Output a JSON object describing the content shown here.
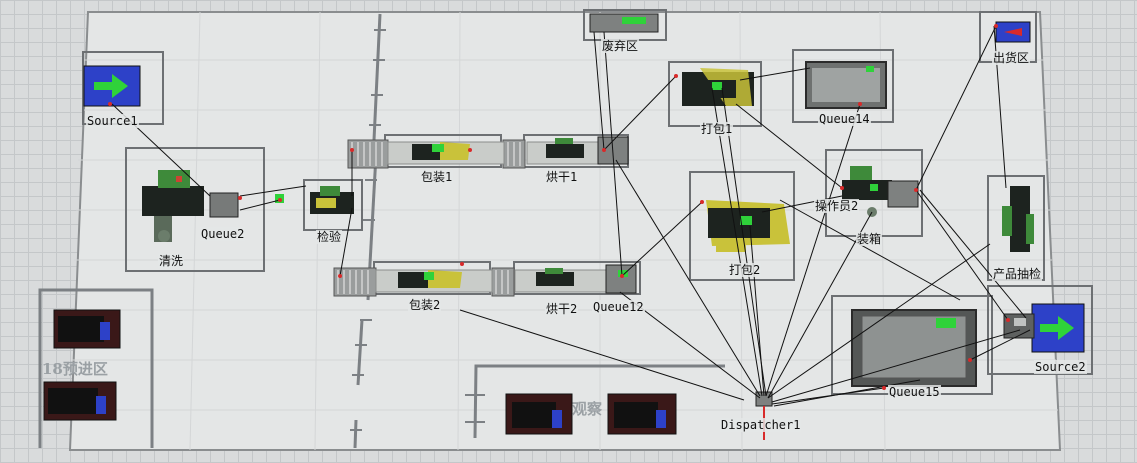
{
  "labels": {
    "source1": "Source1",
    "queue2": "Queue2",
    "qingxi": "清洗",
    "jianyan": "检验",
    "baozhuang1": "包装1",
    "honggan1": "烘干1",
    "baozhuang2": "包装2",
    "honggan2": "烘干2",
    "queue12": "Queue12",
    "feiqiqu": "废弃区",
    "dabao1": "打包1",
    "queue14": "Queue14",
    "dabao2": "打包2",
    "caozuoyuan2": "操作员2",
    "zhuangxiang": "装箱",
    "chuhuoqu": "出货区",
    "chanpinchoujian": "产品抽检",
    "source2": "Source2",
    "queue15": "Queue15",
    "dispatcher1": "Dispatcher1",
    "yujinqu": "18预进区",
    "guancha": "观察"
  },
  "colors": {
    "grid_bg": "#d9dbdc",
    "floor": "#e4e6e6",
    "wall": "#7c8084",
    "source_blue": "#2d41c8",
    "arrow_green": "#2fd23a",
    "machine_yellow": "#c9c23a",
    "machine_dark": "#1d231f",
    "queue_gray": "#8a8d8c"
  }
}
